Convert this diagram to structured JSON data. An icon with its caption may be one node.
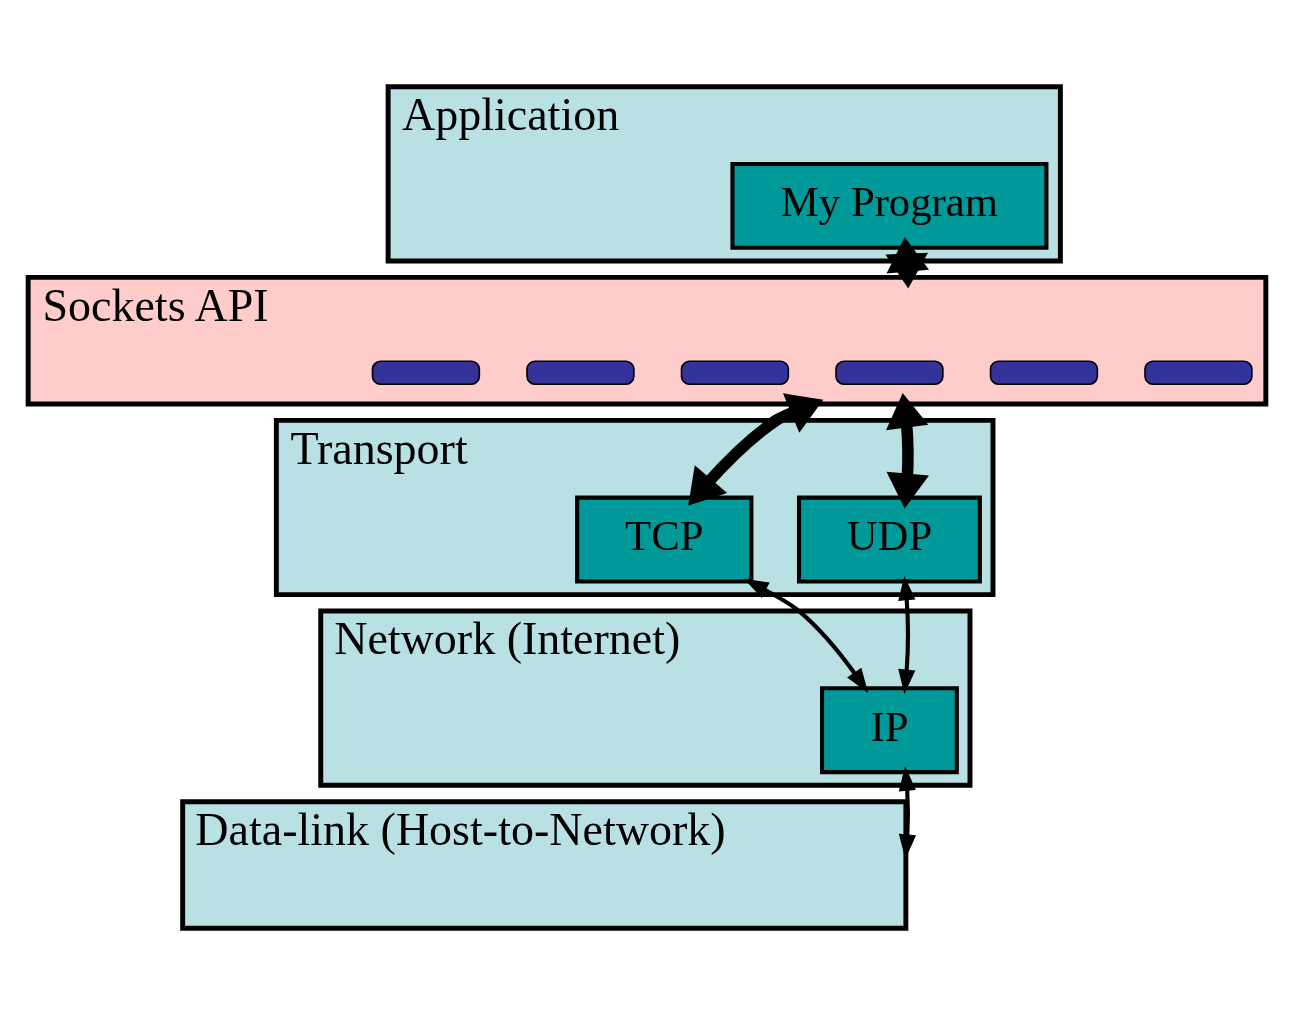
{
  "diagram": {
    "nodes": [
      {
        "text": [
          "Application"
        ]
      },
      {
        "text": [
          "My Program"
        ],
        "in": 0
      },
      {
        "text": [
          "Sockets API"
        ]
      },
      {
        "text": [],
        "shape": "bar",
        "in": 2
      },
      {
        "text": [],
        "shape": "bar",
        "in": 2
      },
      {
        "text": [],
        "shape": "bar",
        "in": 2
      },
      {
        "text": [],
        "shape": "bar",
        "in": 2
      },
      {
        "text": [],
        "shape": "bar",
        "in": 2
      },
      {
        "text": [],
        "shape": "bar",
        "in": 2
      },
      {
        "text": [
          "Transport"
        ]
      },
      {
        "text": [
          "TCP"
        ],
        "in": 9
      },
      {
        "text": [
          "UDP"
        ],
        "in": 9
      },
      {
        "text": [
          "Network (Internet)"
        ]
      },
      {
        "text": [
          "IP"
        ],
        "in": 12
      },
      {
        "text": [
          "Data-link (Host-to-Network)"
        ]
      }
    ],
    "edges": [
      {
        "from": 1,
        "to": 2,
        "arrow": "both",
        "style": "thick"
      },
      {
        "from": 2,
        "to": 10,
        "arrow": "both",
        "style": "thick"
      },
      {
        "from": 2,
        "to": 11,
        "arrow": "both",
        "style": "thick"
      },
      {
        "from": 10,
        "to": 13,
        "arrow": "both"
      },
      {
        "from": 11,
        "to": 13,
        "arrow": "both"
      },
      {
        "from": 13,
        "to": 14,
        "arrow": "both"
      }
    ]
  }
}
